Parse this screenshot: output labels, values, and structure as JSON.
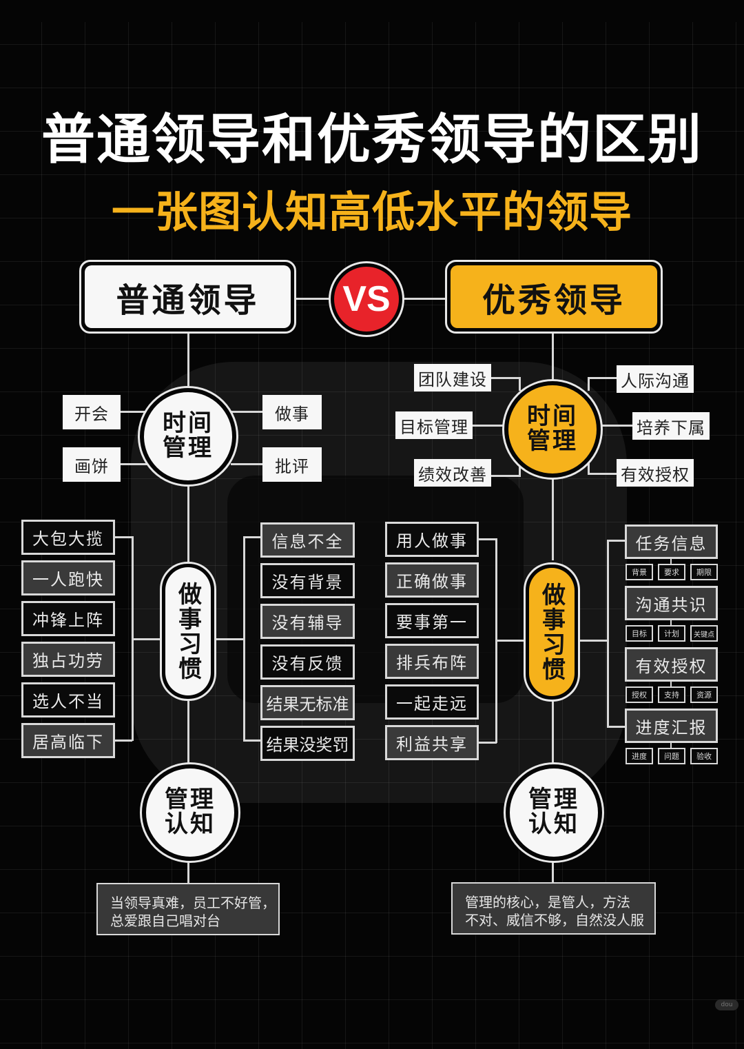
{
  "header": {
    "title": "普通领导和优秀领导的区别",
    "subtitle": "一张图认知高低水平的领导"
  },
  "versus": {
    "left_label": "普通领导",
    "vs_label": "VS",
    "right_label": "优秀领导"
  },
  "colors": {
    "background": "#050505",
    "accent_orange": "#f6b21b",
    "vs_red": "#e8232a",
    "box_white": "#f7f7f7",
    "box_gray": "#3a3a3a"
  },
  "ordinary": {
    "time_management": {
      "title_line1": "时间",
      "title_line2": "管理",
      "left_items": [
        "开会",
        "画饼"
      ],
      "right_items": [
        "做事",
        "批评"
      ]
    },
    "work_habits": {
      "title": "做事习惯",
      "left_items": [
        "大包大揽",
        "一人跑快",
        "冲锋上阵",
        "独占功劳",
        "选人不当",
        "居高临下"
      ],
      "right_items": [
        "信息不全",
        "没有背景",
        "没有辅导",
        "没有反馈",
        "结果无标准",
        "结果没奖罚"
      ]
    },
    "management_cognition": {
      "title_line1": "管理",
      "title_line2": "认知",
      "note_line1": "当领导真难，员工不好管，",
      "note_line2": "总爱跟自己唱对台"
    }
  },
  "excellent": {
    "time_management": {
      "title_line1": "时间",
      "title_line2": "管理",
      "left_items": [
        "团队建设",
        "目标管理",
        "绩效改善"
      ],
      "right_items": [
        "人际沟通",
        "培养下属",
        "有效授权"
      ]
    },
    "work_habits": {
      "title": "做事习惯",
      "left_items": [
        "用人做事",
        "正确做事",
        "要事第一",
        "排兵布阵",
        "一起走远",
        "利益共享"
      ],
      "right_groups": [
        {
          "label": "任务信息",
          "sub": [
            "背景",
            "要求",
            "期限"
          ]
        },
        {
          "label": "沟通共识",
          "sub": [
            "目标",
            "计划",
            "关键点"
          ]
        },
        {
          "label": "有效授权",
          "sub": [
            "授权",
            "支持",
            "资源"
          ]
        },
        {
          "label": "进度汇报",
          "sub": [
            "进度",
            "问题",
            "验收"
          ]
        }
      ]
    },
    "management_cognition": {
      "title_line1": "管理",
      "title_line2": "认知",
      "note_line1": "管理的核心，是管人，方法",
      "note_line2": "不对、威信不够，自然没人服"
    }
  },
  "watermark": {
    "badge": "dou"
  }
}
